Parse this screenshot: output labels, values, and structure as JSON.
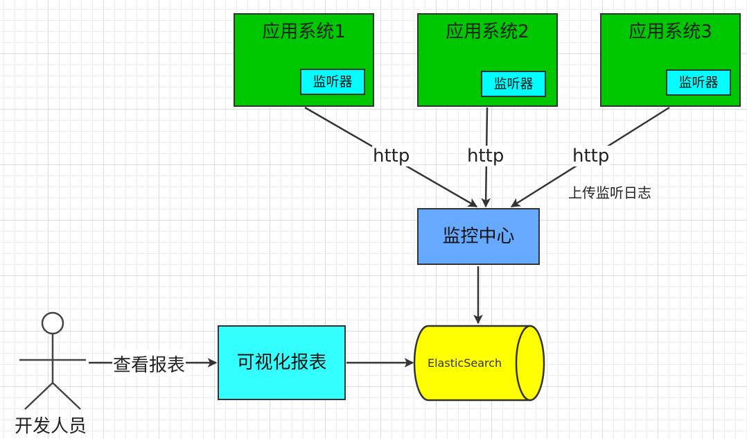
{
  "colors": {
    "app_fill": "#00c800",
    "listener_fill": "#00ffff",
    "center_fill": "#66aaff",
    "report_fill": "#33ffff",
    "db_fill": "#ffff00",
    "stroke": "#333333"
  },
  "apps": [
    {
      "title": "应用系统1",
      "listener": "监听器"
    },
    {
      "title": "应用系统2",
      "listener": "监听器"
    },
    {
      "title": "应用系统3",
      "listener": "监听器"
    }
  ],
  "edges": {
    "http_1": "http",
    "http_2": "http",
    "http_3": "http",
    "upload_note": "上传监听日志",
    "view_report": "查看报表"
  },
  "monitor_center": "监控中心",
  "visual_report": "可视化报表",
  "database": "ElasticSearch",
  "actor": "开发人员"
}
